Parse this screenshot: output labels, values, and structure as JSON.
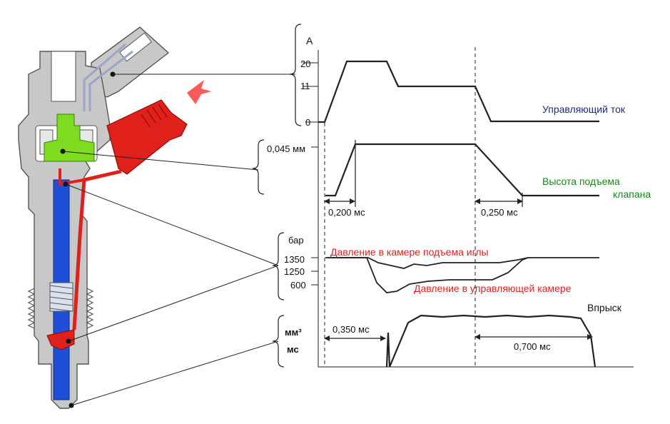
{
  "colors": {
    "body": "#c8c8c8",
    "body_stroke": "#555555",
    "valve": "#7ddc1f",
    "fuel": "#e0201b",
    "needle": "#1f4fd6",
    "spring": "#b8c8e0",
    "arrow": "#ff5a5a",
    "trace": "#222222",
    "current_label": "#1b2a7a",
    "lift_label": "#138a13",
    "pressure_label": "#e0201b"
  },
  "icons": {
    "arrow": "red-arrow-icon"
  },
  "current": {
    "unit": "А",
    "ticks": [
      "20",
      "11",
      "0"
    ],
    "label": "Управляющий ток"
  },
  "lift": {
    "tick": "0,045 мм",
    "label_line1": "Высота подъема",
    "label_line2": "клапана",
    "interval_open": "0,200 мс",
    "interval_close": "0,250 мс"
  },
  "pressure": {
    "unit": "бар",
    "ticks": [
      "1350",
      "1250",
      "600"
    ],
    "label_needle_chamber": "Давление в камере подъема иглы",
    "label_control_chamber": "Давление в управляющей камере"
  },
  "injection": {
    "unit_top": "мм³",
    "unit_bottom": "мс",
    "label": "Впрыск",
    "delay": "0,350 мс",
    "duration": "0,700 мс"
  }
}
